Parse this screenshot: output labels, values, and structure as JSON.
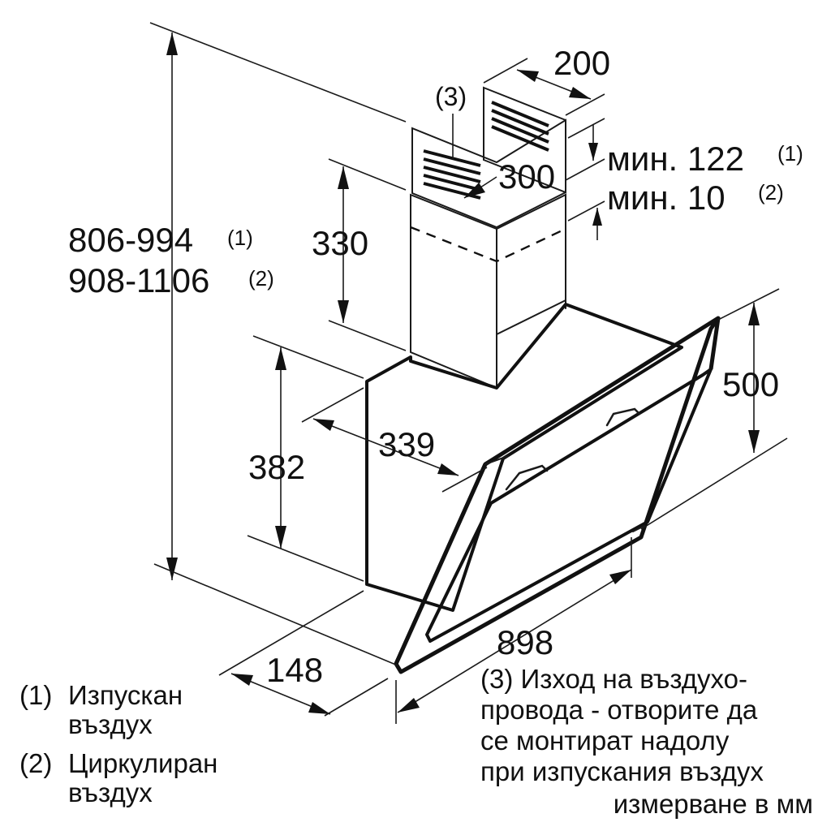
{
  "dimensions": {
    "width_top": "200",
    "duct_opening": "300",
    "chimney_lower": "330",
    "total_height_1": "806-994",
    "total_height_1_note": "(1)",
    "total_height_2": "908-1106",
    "total_height_2_note": "(2)",
    "min_122": "мин. 122",
    "min_122_note": "(1)",
    "min_10": "мин. 10",
    "min_10_note": "(2)",
    "box_height": "382",
    "depth": "339",
    "glass_height": "500",
    "bottom_depth": "148",
    "width_bottom": "898",
    "outlet_marker": "(3)"
  },
  "legend": {
    "item1_num": "(1)",
    "item1_line1": "Изпускан",
    "item1_line2": "въздух",
    "item2_num": "(2)",
    "item2_line1": "Циркулиран",
    "item2_line2": "въздух",
    "item3_line1": "(3) Изход на въздухо-",
    "item3_line2": "провода - отворите да",
    "item3_line3": "се монтират надолу",
    "item3_line4": "при изпускания въздух",
    "units": "измерване в мм"
  }
}
